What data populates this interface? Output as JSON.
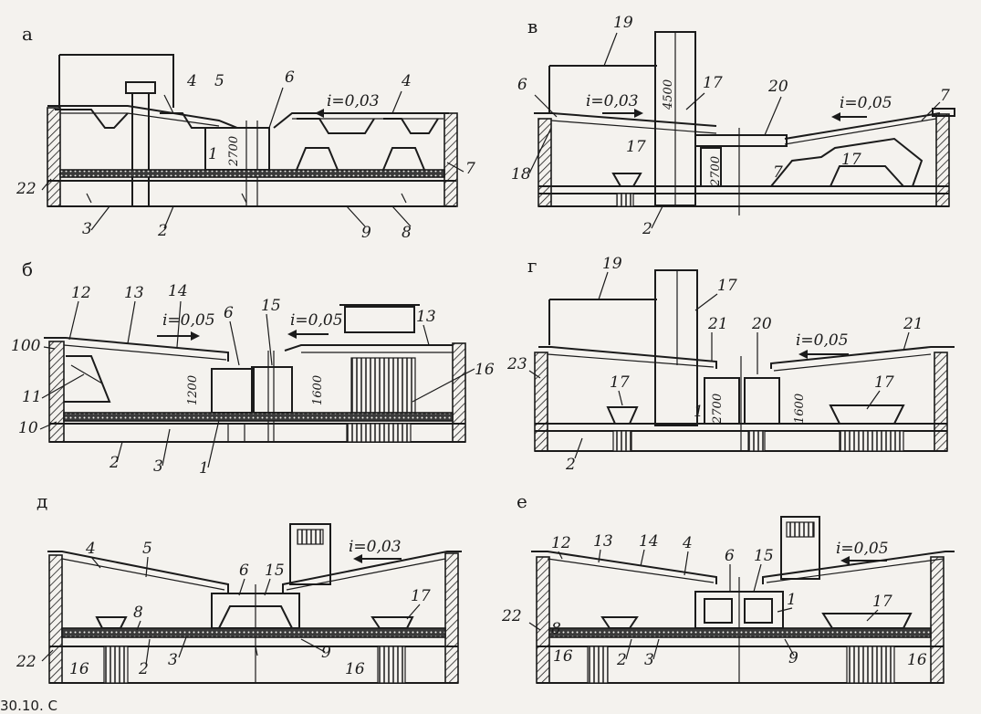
{
  "panels": {
    "a": {
      "letter": "а",
      "slope": "i=0,03",
      "labels": [
        "4",
        "5",
        "6",
        "4",
        "1",
        "22",
        "3",
        "2",
        "9",
        "8",
        "7"
      ],
      "dims": [
        "2700"
      ]
    },
    "b": {
      "letter": "б",
      "slope_left": "i=0,05",
      "slope_right": "i=0,05",
      "labels": [
        "12",
        "13",
        "14",
        "6",
        "15",
        "13",
        "100",
        "11",
        "10",
        "2",
        "3",
        "1",
        "16"
      ],
      "dims": [
        "1200",
        "1600"
      ]
    },
    "v": {
      "letter": "в",
      "slope_left": "i=0,03",
      "slope_right": "i=0,05",
      "labels": [
        "19",
        "17",
        "6",
        "20",
        "7",
        "18",
        "17",
        "7",
        "17",
        "2"
      ],
      "dims": [
        "4500",
        "2700"
      ]
    },
    "g": {
      "letter": "г",
      "slope": "i=0,05",
      "labels": [
        "19",
        "17",
        "21",
        "20",
        "21",
        "23",
        "17",
        "1",
        "17",
        "2"
      ],
      "dims": [
        "2700",
        "1600"
      ]
    },
    "d": {
      "letter": "д",
      "slope": "i=0,03",
      "labels": [
        "4",
        "5",
        "6",
        "15",
        "22",
        "8",
        "17",
        "16",
        "2",
        "3",
        "9",
        "16"
      ]
    },
    "e": {
      "letter": "е",
      "slope": "i=0,05",
      "labels": [
        "12",
        "13",
        "14",
        "4",
        "6",
        "15",
        "22",
        "8",
        "1",
        "17",
        "16",
        "2",
        "3",
        "9",
        "16"
      ]
    }
  },
  "caption": "30.10. С"
}
